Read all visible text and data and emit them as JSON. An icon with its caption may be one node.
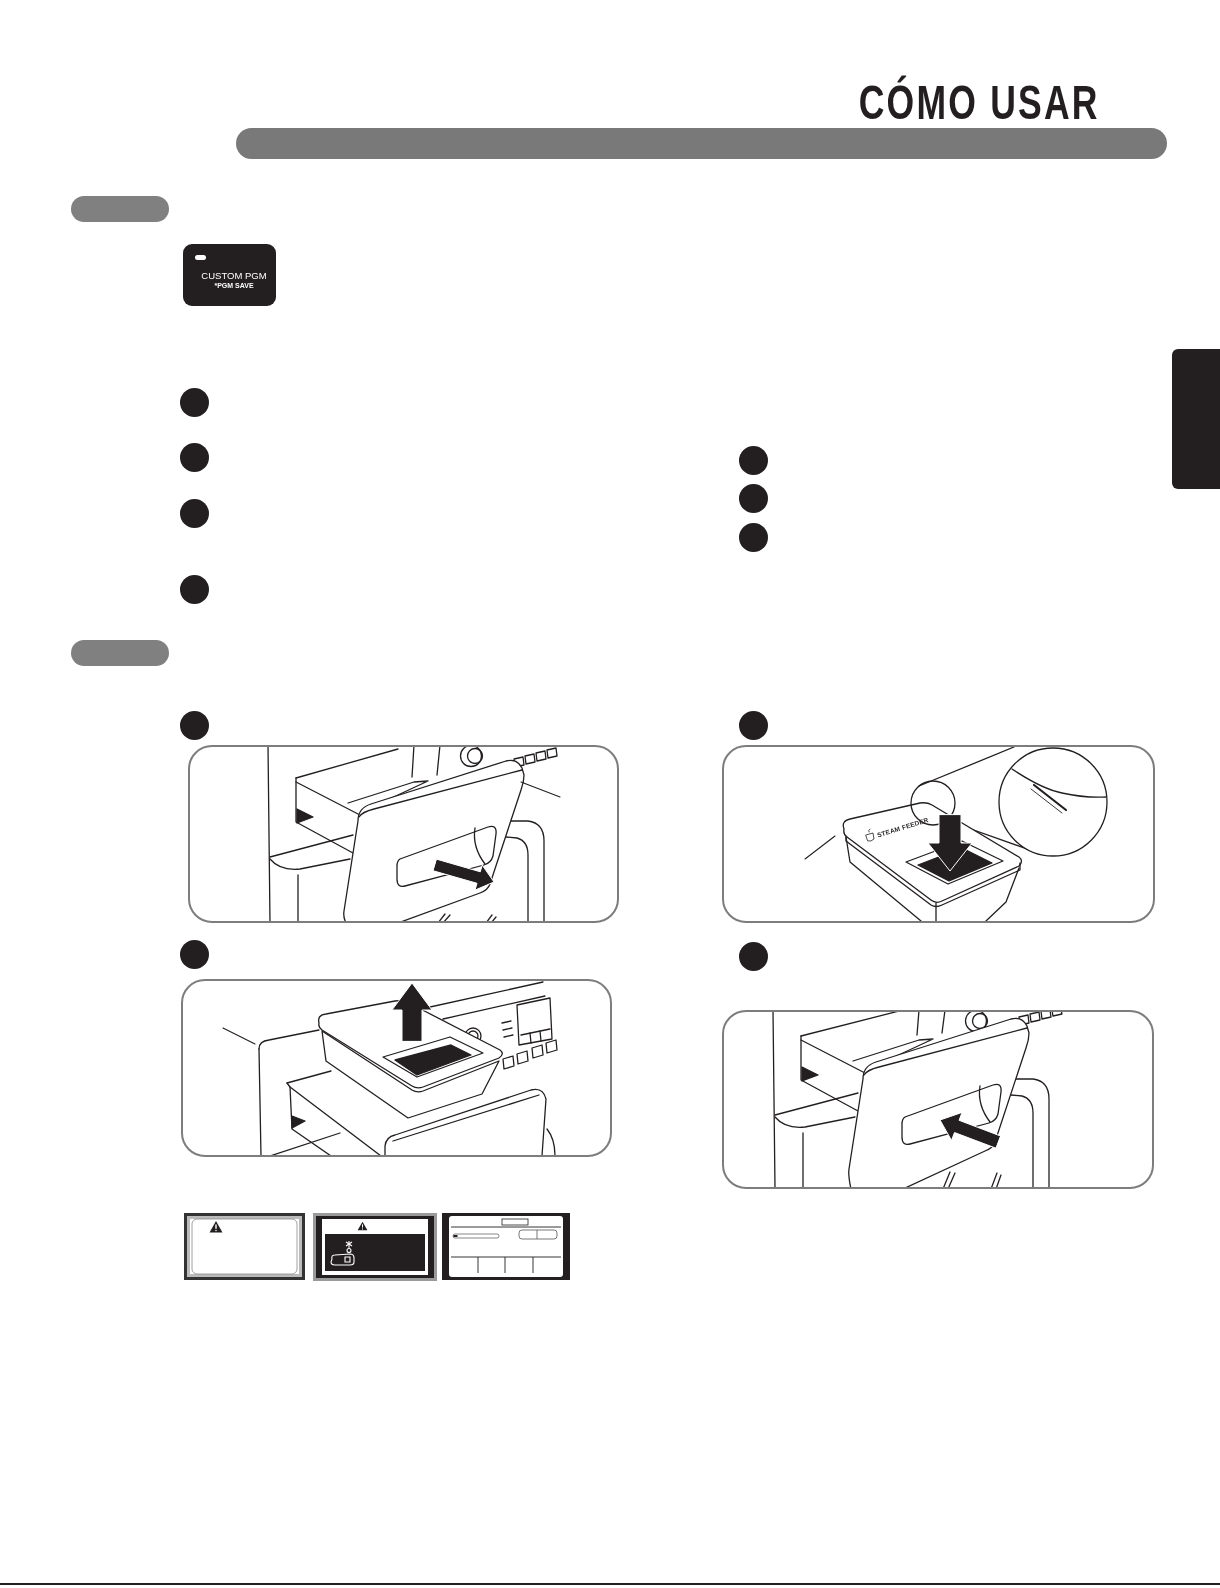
{
  "diagram": {
    "title": "CÓMO USAR",
    "nodes": [
      {
        "text": [],
        "shape": "bar"
      },
      {
        "text": [],
        "shape": "bar"
      },
      {
        "text": [
          "CUSTOM PGM",
          "*PGM SAVE"
        ]
      },
      {
        "text": [],
        "shape": "box"
      },
      {
        "text": [],
        "shape": "circle"
      },
      {
        "text": [],
        "shape": "circle"
      },
      {
        "text": [],
        "shape": "circle"
      },
      {
        "text": [],
        "shape": "circle"
      },
      {
        "text": [],
        "shape": "circle"
      },
      {
        "text": [],
        "shape": "circle"
      },
      {
        "text": [],
        "shape": "circle"
      },
      {
        "text": [],
        "shape": "bar"
      },
      {
        "text": [],
        "shape": "circle"
      },
      {
        "text": [],
        "shape": "picture"
      },
      {
        "text": [],
        "shape": "circle"
      },
      {
        "text": [],
        "shape": "picture"
      },
      {
        "text": [],
        "shape": "picture"
      },
      {
        "text": [],
        "shape": "picture"
      },
      {
        "text": [],
        "shape": "picture"
      },
      {
        "text": [],
        "shape": "circle"
      },
      {
        "text": [],
        "shape": "picture"
      },
      {
        "text": [],
        "shape": "circle"
      },
      {
        "text": [],
        "shape": "picture"
      }
    ],
    "labels": [
      "STEAM FEEDER"
    ]
  }
}
